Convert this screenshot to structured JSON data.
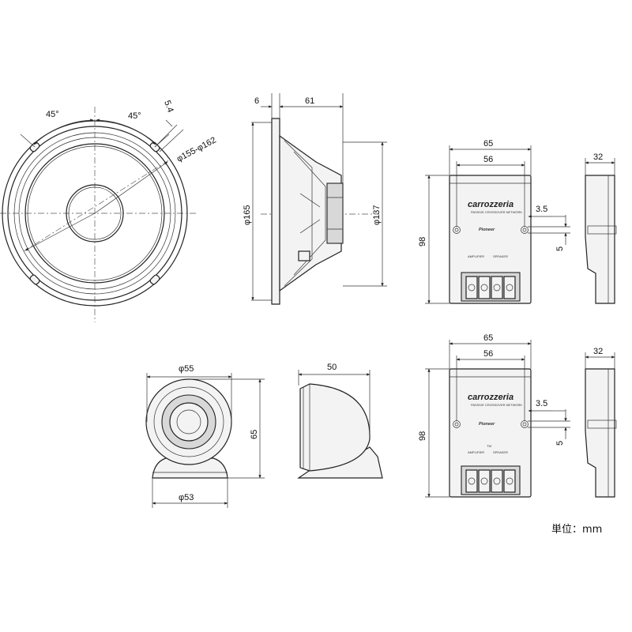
{
  "woofer_front": {
    "angle_left": "45°",
    "angle_right": "45°",
    "dim_slot": "5.4",
    "dim_bolt_circle": "φ155-φ162"
  },
  "woofer_side": {
    "dim_flange": "6",
    "dim_depth": "61",
    "dim_outer_dia": "φ165",
    "dim_magnet_dia": "φ137"
  },
  "crossover_top": {
    "dim_width": "65",
    "dim_hole_pitch": "56",
    "dim_height": "98",
    "dim_hole_dia": "3.5",
    "dim_hole_offset": "5",
    "dim_thickness": "32",
    "brand": "carrozzeria",
    "subtitle": "PASSIVE CROSSOVER NETWORK",
    "maker": "Pioneer",
    "label_amp": "AMPLIFIER",
    "label_spk": "SPEAKER"
  },
  "crossover_bottom": {
    "dim_width": "65",
    "dim_hole_pitch": "56",
    "dim_height": "98",
    "dim_hole_dia": "3.5",
    "dim_hole_offset": "5",
    "dim_thickness": "32",
    "brand": "carrozzeria",
    "subtitle": "PASSIVE CROSSOVER NETWORK",
    "maker": "Pioneer",
    "label_amp": "AMPLIFIER",
    "label_spk": "SPEAKER",
    "label_tw": "TW"
  },
  "tweeter_front": {
    "dim_top": "φ55",
    "dim_height": "65",
    "dim_base": "φ53"
  },
  "tweeter_side": {
    "dim_depth": "50"
  },
  "unit_note": "単位：mm"
}
